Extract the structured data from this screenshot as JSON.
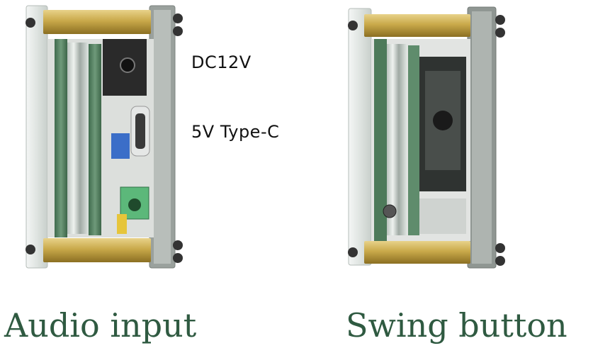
{
  "annotations": {
    "dc_label": "DC12V",
    "typec_label": "5V Type-C"
  },
  "captions": {
    "left": "Audio input",
    "right": "Swing button"
  },
  "colors": {
    "caption": "#2f5a41",
    "brass": "#c9a94a",
    "pcb_green": "#5e8c6a",
    "acrylic": "#e8ece9"
  }
}
